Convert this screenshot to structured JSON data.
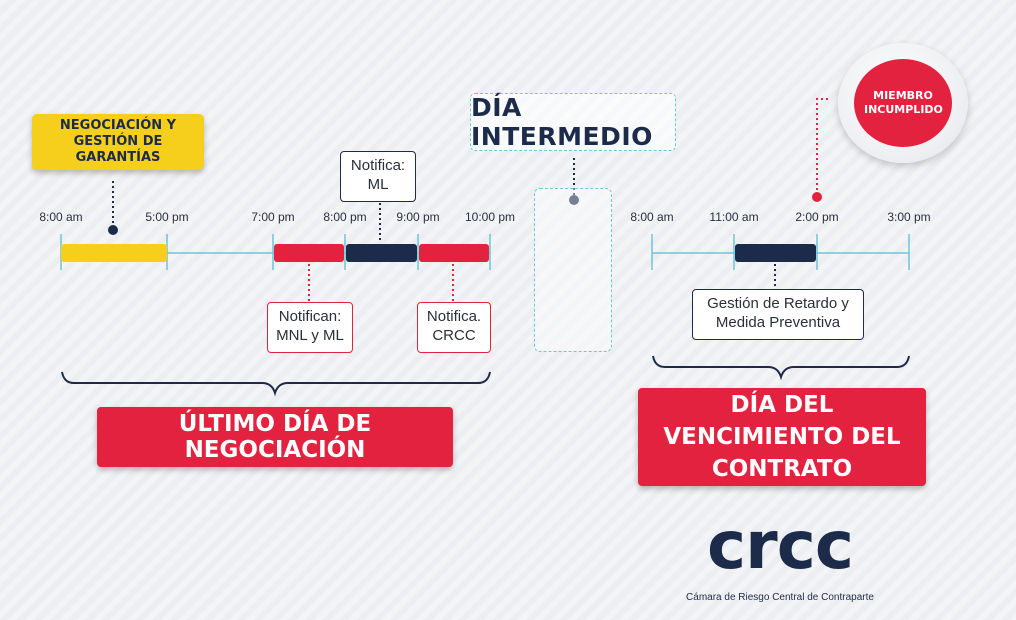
{
  "colors": {
    "yellow": "#f6cf1c",
    "red": "#e3223f",
    "navy": "#1d2b4a",
    "cyan": "#6cc6d8"
  },
  "left_timeline": {
    "ticks": [
      "8:00 am",
      "5:00 pm",
      "7:00 pm",
      "8:00 pm",
      "9:00 pm",
      "10:00 pm"
    ],
    "header_label": "NEGOCIACIÓN Y GESTIÓN DE GARANTÍAS",
    "callouts": {
      "notifica_ml": "Notifica: ML",
      "notifican": "Notifican: MNL y ML",
      "notifica_crcc": "Notifica. CRCC"
    },
    "bracket_label": "ÚLTIMO DÍA DE NEGOCIACIÓN"
  },
  "middle": {
    "label": "DÍA INTERMEDIO"
  },
  "right_timeline": {
    "ticks": [
      "8:00 am",
      "11:00 am",
      "2:00 pm",
      "3:00 pm"
    ],
    "callout": "Gestión de Retardo y Medida Preventiva",
    "badge": "MIEMBRO INCUMPLIDO",
    "bracket_label": "DÍA DEL VENCIMIENTO DEL CONTRATO"
  },
  "logo": {
    "text": "crcc",
    "subtitle": "Cámara de Riesgo Central de Contraparte"
  }
}
